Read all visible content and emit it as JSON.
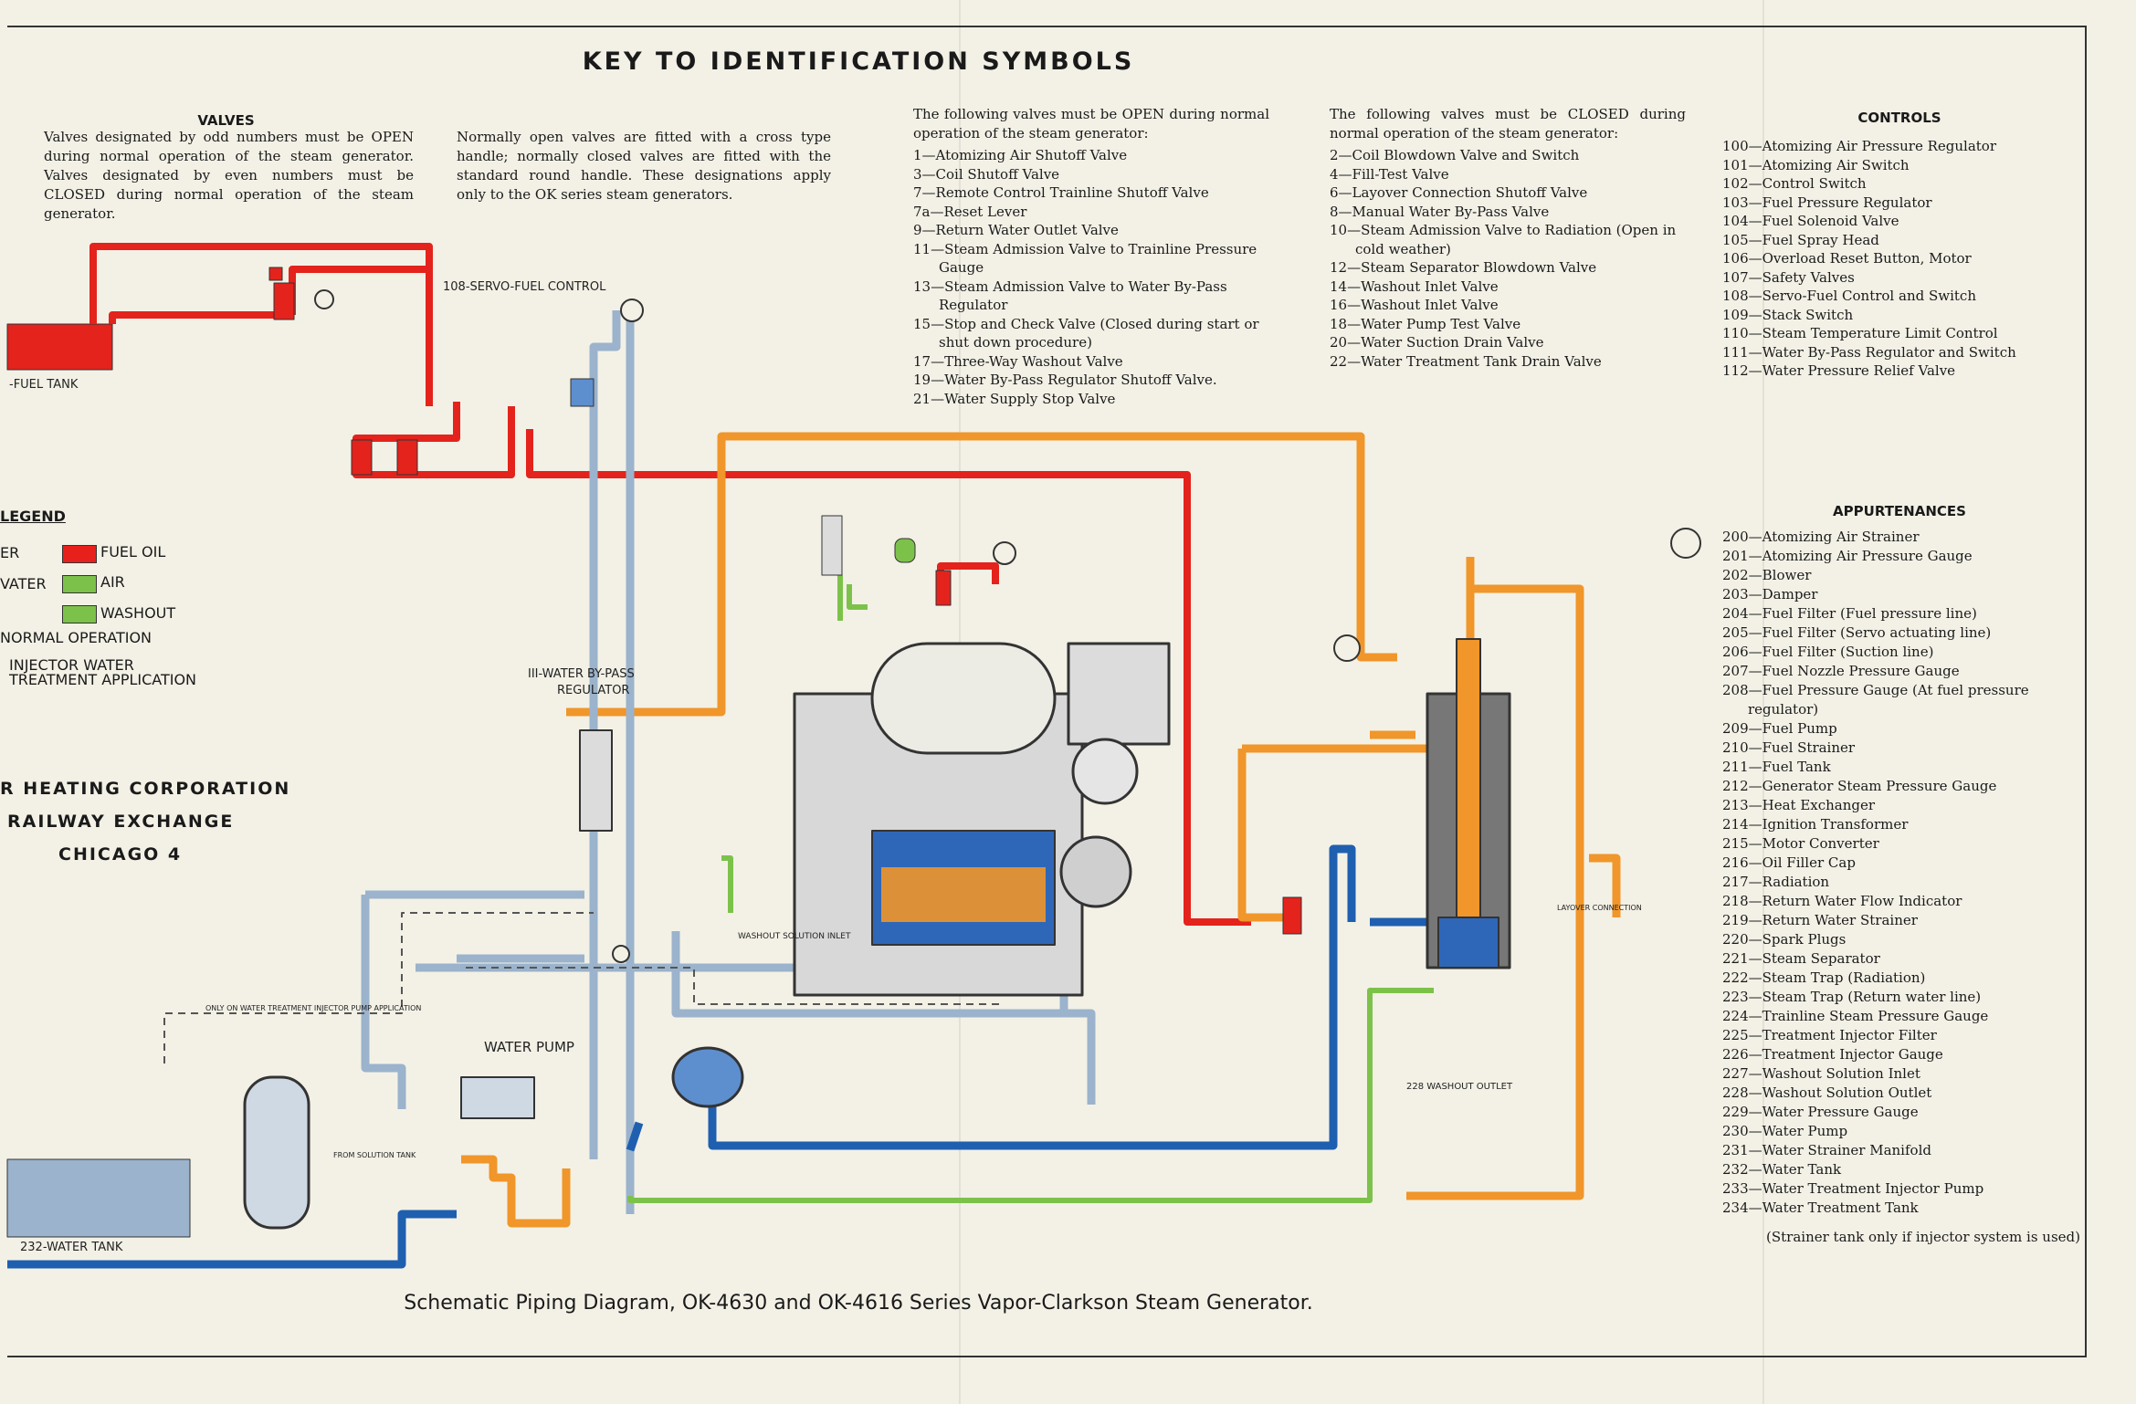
{
  "title": "KEY TO IDENTIFICATION SYMBOLS",
  "caption": "Schematic Piping Diagram, OK-4630 and OK-4616 Series Vapor-Clarkson Steam Generator.",
  "valves": {
    "heading": "VALVES",
    "text1": "Valves designated by odd numbers must be OPEN during normal operation of the steam generator. Valves designated by even numbers must be CLOSED during normal operation of the steam generator.",
    "text2": "Normally open valves are fitted with a cross type handle; normally closed valves are fitted with the standard round handle. These designations apply only to the OK series steam generators."
  },
  "open_list": {
    "intro": "The following valves must be OPEN during normal operation of the steam generator:",
    "items": [
      "1—Atomizing Air Shutoff Valve",
      "3—Coil Shutoff Valve",
      "7—Remote Control Trainline Shutoff Valve",
      "7a—Reset Lever",
      "9—Return Water Outlet Valve",
      "11—Steam Admission Valve to Trainline Pressure Gauge",
      "13—Steam Admission Valve to Water By-Pass Regulator",
      "15—Stop and Check Valve (Closed during start or shut down procedure)",
      "17—Three-Way Washout Valve",
      "19—Water By-Pass Regulator Shutoff Valve.",
      "21—Water Supply Stop Valve"
    ]
  },
  "closed_list": {
    "intro": "The following valves must be CLOSED during normal operation of the steam generator:",
    "items": [
      "2—Coil Blowdown Valve and Switch",
      "4—Fill-Test Valve",
      "6—Layover Connection Shutoff Valve",
      "8—Manual Water By-Pass Valve",
      "10—Steam Admission Valve to Radiation (Open in cold weather)",
      "12—Steam Separator Blowdown Valve",
      "14—Washout Inlet Valve",
      "16—Washout Inlet Valve",
      "18—Water Pump Test Valve",
      "20—Water Suction Drain Valve",
      "22—Water Treatment Tank Drain Valve"
    ]
  },
  "controls": {
    "heading": "CONTROLS",
    "items": [
      "100—Atomizing Air Pressure Regulator",
      "101—Atomizing Air Switch",
      "102—Control Switch",
      "103—Fuel Pressure Regulator",
      "104—Fuel Solenoid Valve",
      "105—Fuel Spray Head",
      "106—Overload Reset Button, Motor",
      "107—Safety Valves",
      "108—Servo-Fuel Control and Switch",
      "109—Stack Switch",
      "110—Steam Temperature Limit Control",
      "111—Water By-Pass Regulator and Switch",
      "112—Water Pressure Relief Valve"
    ]
  },
  "appurtenances": {
    "heading": "APPURTENANCES",
    "items": [
      "200—Atomizing Air Strainer",
      "201—Atomizing Air Pressure Gauge",
      "202—Blower",
      "203—Damper",
      "204—Fuel Filter (Fuel pressure line)",
      "205—Fuel Filter (Servo actuating line)",
      "206—Fuel Filter (Suction line)",
      "207—Fuel Nozzle Pressure Gauge",
      "208—Fuel Pressure Gauge (At fuel pressure regulator)",
      "209—Fuel Pump",
      "210—Fuel Strainer",
      "211—Fuel Tank",
      "212—Generator Steam Pressure Gauge",
      "213—Heat Exchanger",
      "214—Ignition Transformer",
      "215—Motor Converter",
      "216—Oil Filler Cap",
      "217—Radiation",
      "218—Return Water Flow Indicator",
      "219—Return Water Strainer",
      "220—Spark Plugs",
      "221—Steam Separator",
      "222—Steam Trap (Radiation)",
      "223—Steam Trap (Return water line)",
      "224—Trainline Steam Pressure Gauge",
      "225—Treatment Injector Filter",
      "226—Treatment Injector Gauge",
      "227—Washout Solution Inlet",
      "228—Washout Solution Outlet",
      "229—Water Pressure Gauge",
      "230—Water Pump",
      "231—Water Strainer Manifold",
      "232—Water Tank",
      "233—Water Treatment Injector Pump",
      "234—Water Treatment Tank"
    ],
    "note": "(Strainer tank only if injector system is used)"
  },
  "legend": {
    "heading": "LEGEND",
    "left_labels": [
      "ER",
      "VATER",
      "",
      "NORMAL OPERATION",
      "INJECTOR WATER",
      "TREATMENT APPLICATION"
    ],
    "swatches": [
      {
        "label": "FUEL OIL",
        "color": "#e8201c"
      },
      {
        "label": "AIR",
        "color": "#7cc24a"
      },
      {
        "label": "WASHOUT",
        "color": "#7cc24a"
      }
    ]
  },
  "company": [
    "R HEATING CORPORATION",
    "RAILWAY EXCHANGE",
    "CHICAGO 4"
  ],
  "diagram_labels": {
    "fuel_tank": "-FUEL TANK",
    "water_tank": "232-WATER TANK",
    "servo": "108-SERVO-FUEL CONTROL",
    "bypass1": "III-WATER BY-PASS",
    "bypass2": "REGULATOR",
    "water_pump": "WATER PUMP",
    "washout_outlet": "228 WASHOUT OUTLET",
    "washout_inlet": "WASHOUT SOLUTION INLET",
    "layover": "LAYOVER CONNECTION",
    "injector_note": "ONLY ON WATER TREATMENT INJECTOR PUMP APPLICATION",
    "from_solution": "FROM SOLUTION TANK"
  },
  "colors": {
    "fuel": "#e3231c",
    "steam": "#f0962a",
    "water": "#9bb3cc",
    "water_dark": "#1f5fb0",
    "air": "#7cc24a",
    "line": "#333333"
  }
}
